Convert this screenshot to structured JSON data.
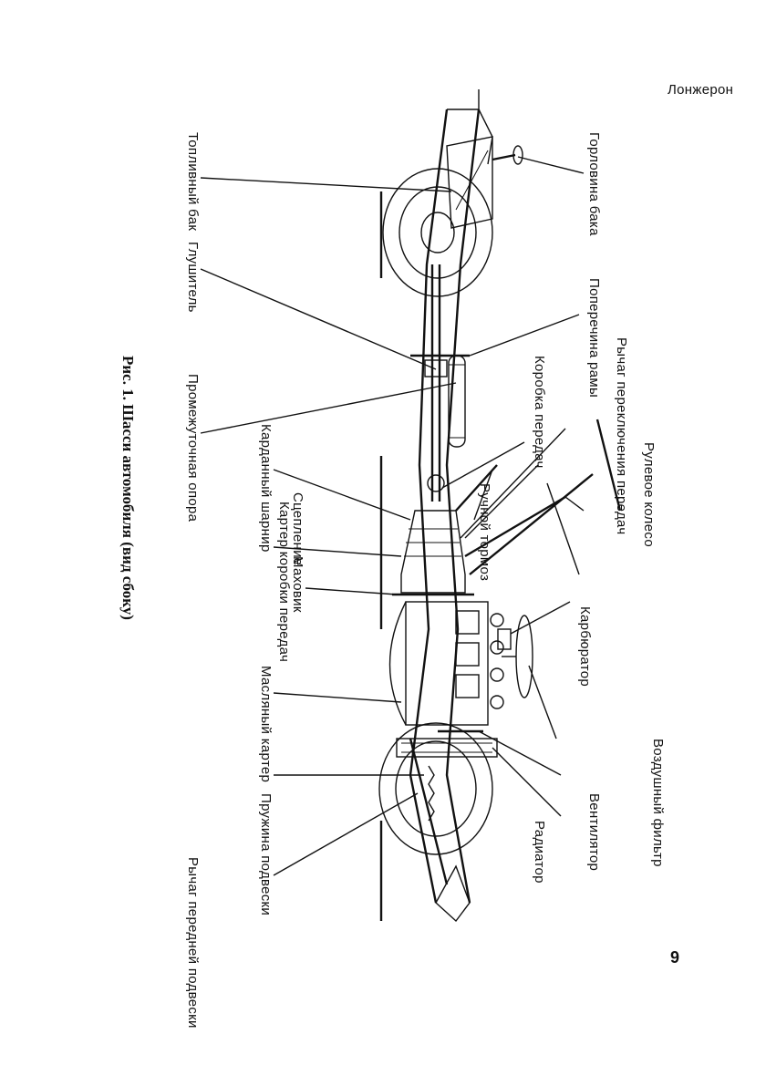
{
  "caption": "Рис. 1. Шасси автомобиля (вид сбоку)",
  "page_number": "9",
  "labels": {
    "longeron": "Лонжерон",
    "filler_neck": "Горловина бака",
    "fuel_tank": "Топливный бак",
    "cross_member": "Поперечина рамы",
    "intermediate_support": "Промежуточная опора",
    "muffler": "Глушитель",
    "gearbox": "Коробка передач",
    "hand_brake": "Ручной тормоз",
    "cardan_joint": "Карданный шарнир",
    "clutch": "Сцепление",
    "gearbox_case": "Картер коробки передач",
    "flywheel": "Маховик",
    "steering_wheel": "Рулевое колесо",
    "gear_lever": "Рычаг переключения передач",
    "carburetor": "Карбюратор",
    "oil_pan": "Масляный картер",
    "air_filter": "Воздушный фильтр",
    "fan": "Вентилятор",
    "radiator": "Радиатор",
    "suspension_spring": "Пружина подвески",
    "front_suspension_arm": "Рычаг передней подвески"
  }
}
